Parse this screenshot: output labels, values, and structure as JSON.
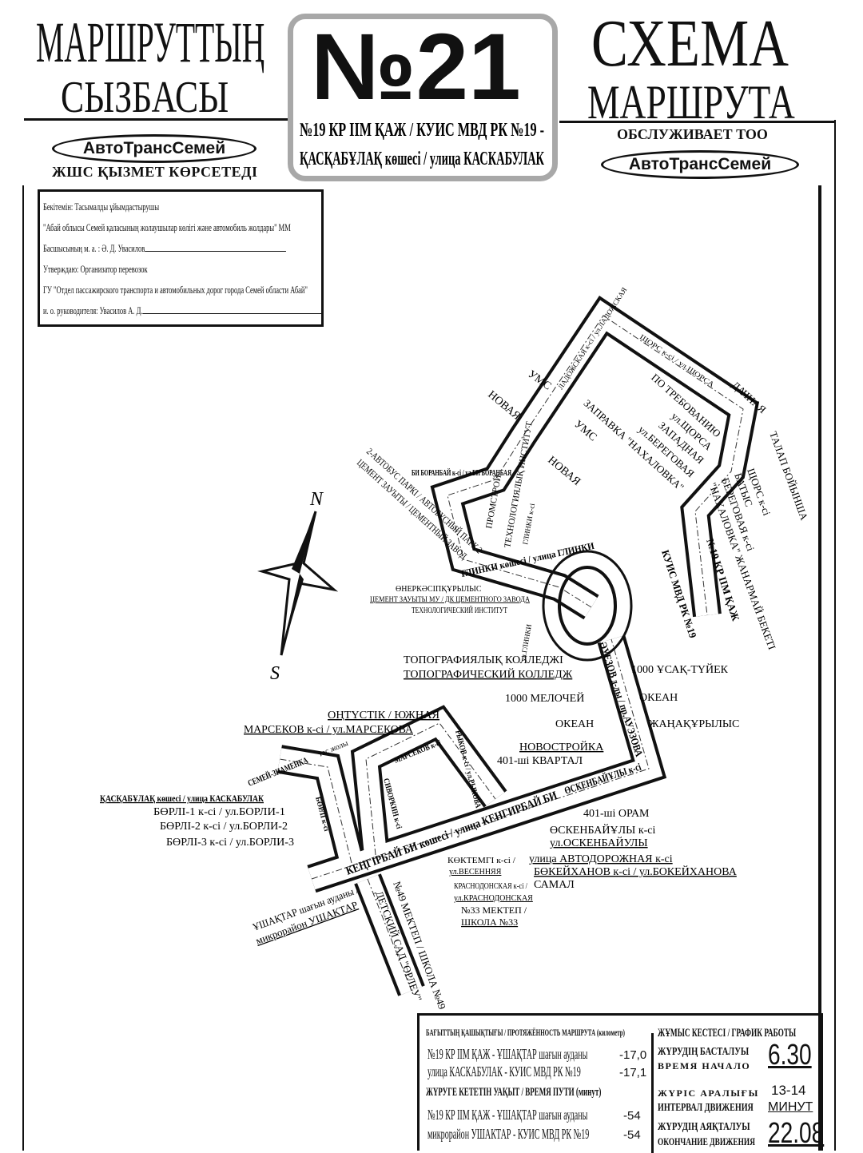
{
  "header": {
    "left_title_1": "МАРШРУТТЫҢ",
    "left_title_2": "СЫЗБАСЫ",
    "left_company": "АвтоТрансСемей",
    "left_service": "ЖШС ҚЫЗМЕТ КӨРСЕТЕДІ",
    "route_number": "№21",
    "route_line_1": "№19 КР ІІМ ҚАЖ / КУИС МВД РК №19 -",
    "route_line_2": "ҚАСҚАБҰЛАҚ көшесі / улица КАСКАБУЛАК",
    "right_title_1": "СХЕМА",
    "right_title_2": "МАРШРУТА",
    "right_service": "ОБСЛУЖИВАЕТ ТОО",
    "right_company": "АвтоТрансСемей"
  },
  "approval": [
    "Бекітемін: Тасымалды ұйымдастырушы",
    "\"Абай облысы Семей қаласының жолаушылар көлігі және автомобиль жолдары\" ММ",
    "Басшысының м. а. : Ә. Д. Увасилов",
    "Утверждаю: Организатор перевозок",
    "ГУ \"Отдел пассажирского транспорта и автомобильных дорог города Семей области Абай\"",
    "и. о. руководителя: Увасилов А. Д."
  ],
  "compass": {
    "north": "N",
    "south": "S"
  },
  "map_labels": {
    "ums1": "УМС",
    "novaya1": "НОВАЯ",
    "ums2": "УМС",
    "novaya2": "НОВАЯ",
    "ladozhskaya": "ЛАДОЖСКАЯ к-сі / ул.ЛАДОЖСКАЯ",
    "shchors_street": "ЩОРС к-сі / ул.ЩОРСА",
    "dachnaya": "ДАЧНАЯ",
    "talap": "ТАЛАП БОЙЫНША",
    "po_trebovaniyu": "ПО ТРЕБОВАНИЮ",
    "ul_shchorsa": "ул.ЩОРСА",
    "zapadnaya": "ЗАПАДНАЯ",
    "ul_beregovaya": "ул.БЕРЕГОВАЯ",
    "zapravka": "ЗАПРАВКА \"НАХАЛОВКА\"",
    "shchors_ksi": "ЩОРС к-сі",
    "batys": "БАТЫС",
    "beregovaya_ksi": "БЕРЕГОВАЯ к-сі",
    "nakhalovka_bekat": "\"НАХАЛОВКА\" ЖАНАРМАЙ БЕКЕТІ",
    "kr_iim": "№19 КР ІІМ ҚАЖ",
    "kuis": "КУИС МВД РК №19",
    "bi_boranbay": "БИ БОРАНБАЙ к-сі / ул.БИ БОРАНБАЯ",
    "avtobus_park": "2-АВТОБУС ПАРКІ / АВТОБУСНЫЙ ПАРК 2",
    "cement_zauyty": "ЦЕМЕНТ ЗАУЫТЫ / ЦЕМЕНТНЫЙ ЗАВОД",
    "promstroy": "ПРОМСТРОЙ",
    "tech_inst": "ТЕХНОЛОГИЯЛЫҚ ИНСТИТУТ",
    "glinki_ksi": "ГЛИНКИ к-сі",
    "glinki_street": "ГЛИНКИ көшесі / улица ГЛИНКИ",
    "onerkasip": "ӨНЕРКӘСІПҚҰРЫЛЫС",
    "cement_mu": "ЦЕМЕНТ ЗАУЫТЫ МУ / ДК ЦЕМЕНТНОГО ЗАВОДА",
    "tech_inst_ru": "ТЕХНОЛОГИЧЕСКИЙ ИНСТИТУТ",
    "ul_glinki": "ул.ГЛИНКИ",
    "topo_kz": "ТОПОГРАФИЯЛЫҚ КОЛЛЕДЖІ",
    "topo_ru": "ТОПОГРАФИЧЕСКИЙ КОЛЛЕДЖ",
    "auezov": "ӘУЕЗОВ д-лы / пр.АУЭЗОВА",
    "usak_tuyek": "1000 ҰСАҚ-ТҮЙЕК",
    "okean1": "ОКЕАН",
    "melochey": "1000 МЕЛОЧЕЙ",
    "okean2": "ОКЕАН",
    "zhanakurylys": "ЖАҢАҚҰРЫЛЫС",
    "novostroyka": "НОВОСТРОЙКА",
    "kvartal401": "401-ші КВАРТАЛ",
    "oram401": "401-ші ОРАМ",
    "oskenbayuly_street": "ӨСКЕНБАЙҰЛЫ к-сі",
    "oskenbayuly_ksi": "ӨСКЕНБАЙҰЛЫ к-сі",
    "ul_oskenbayuly": "ул.ОСКЕНБАЙУЛЫ",
    "avtodorozhnaya": "улица АВТОДОРОЖНАЯ к-сі",
    "bokeykhanov": "БӨКЕЙХАНОВ к-сі / ул.БОКЕЙХАНОВА",
    "samal": "САМАЛ",
    "ontustik": "ОҢТҮСТІК / ЮЖНАЯ",
    "marsekov": "МАРСЕКОВ к-сі / ул.МАРСЕКОВА",
    "marsekov_ksi": "МАРСЕКОВ к-сі",
    "rykov": "РЫКОВ к-сі / ул.РЫКОВА",
    "sivorkin": "СИВОРКИН к-сі",
    "semey_znamenka": "СЕМЕЙ-ЗНАМЕНКА",
    "tas_zholy": "тас жолы",
    "kaskabulak": "ҚАСҚАБҰЛАҚ көшесі / улица КАСКАБУЛАК",
    "borli1": "БӨРЛІ-1 к-сі / ул.БОРЛИ-1",
    "borli2": "БӨРЛІ-2 к-сі / ул.БОРЛИ-2",
    "borli3": "БӨРЛІ-3 к-сі / ул.БОРЛИ-3",
    "borli_ksi": "БӨРЛІ к-сі",
    "kengirbay": "КЕҢГІРБАЙ БИ көшесі / улица КЕНГИРБАЙ БИ",
    "koktemgi": "КӨКТЕМГІ к-сі /",
    "vesennyaya": "ул.ВЕСЕННЯЯ",
    "krasnodon_ksi": "КРАСНОДОНСКАЯ к-сі /",
    "krasnodon": "ул.КРАСНОДОНСКАЯ",
    "mektep33": "№33 МЕКТЕП /",
    "shkola33": "ШКОЛА №33",
    "ushaktar_kz": "ҰШАҚТАР шағын ауданы /",
    "ushaktar_ru": "микрорайон УШАКТАР",
    "mektep49": "№49 МЕКТЕП / ШКОЛА №49",
    "detsad": "ДЕТСКИЙ САД \"ӨРЛЕУ\""
  },
  "info": {
    "distance_header": "БАҒЫТТЫҢ ҚАШЫҚТЫҒЫ / ПРОТЯЖЁННОСТЬ МАРШРУТА (километр)",
    "distance_rows": [
      {
        "label": "№19 КР ІІМ ҚАЖ - ҰШАҚТАР шағын ауданы",
        "value": "-17,0"
      },
      {
        "label": "улица КАСКАБУЛАК - КУИС МВД РК №19",
        "value": "-17,1"
      }
    ],
    "time_header": "ЖҮРУГЕ КЕТЕТІН УАҚЫТ / ВРЕМЯ ПУТИ (минут)",
    "time_rows": [
      {
        "label": "№19 КР ІІМ ҚАЖ - ҰШАҚТАР шағын ауданы",
        "value": "-54"
      },
      {
        "label": "микрорайон УШАКТАР - КУИС МВД РК №19",
        "value": "-54"
      }
    ],
    "schedule_header": "ЖҰМЫС КЕСТЕСІ / ГРАФИК РАБОТЫ",
    "start_kz": "ЖҮРУДІҢ БАСТАЛУЫ",
    "start_ru": "ВРЕМЯ НАЧАЛО",
    "start_value": "6.30",
    "interval_kz": "ЖҮРІС АРАЛЫҒЫ",
    "interval_ru": "ИНТЕРВАЛ ДВИЖЕНИЯ",
    "interval_value": "13-14",
    "interval_unit": "МИНУТ",
    "end_kz": "ЖҮРУДІҢ АЯҚТАЛУЫ",
    "end_ru": "ОКОНЧАНИЕ ДВИЖЕНИЯ",
    "end_value": "22.08"
  }
}
